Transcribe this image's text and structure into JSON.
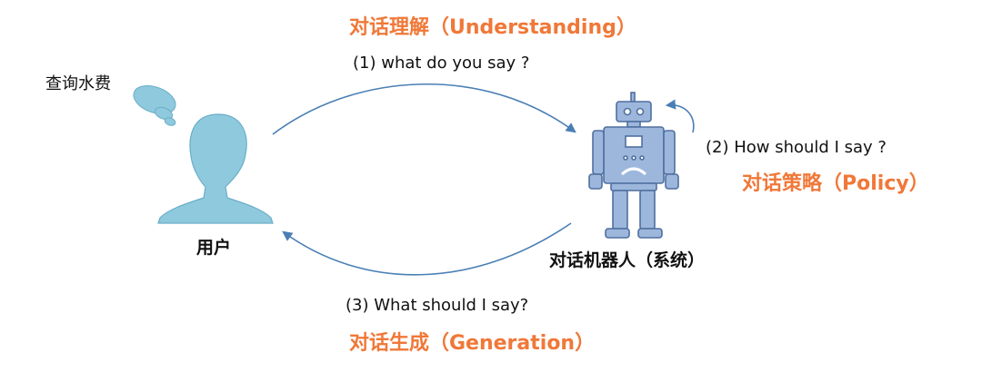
{
  "labels": {
    "understanding_title": "对话理解（Understanding）",
    "understanding_step": "(1) what do you say ?",
    "policy_step": "(2) How should I say ?",
    "policy_title": "对话策略（Policy）",
    "generation_step": "(3) What should I say?",
    "generation_title": "对话生成（Generation）",
    "thought": "查询水费",
    "user": "用户",
    "robot": "对话机器人（系统）"
  },
  "colors": {
    "accent": "#f07838",
    "user_fill": "#8fc9dd",
    "robot_fill": "#9db7dc",
    "robot_stroke": "#4f6f9f",
    "arrow": "#4a7fb5",
    "text": "#111111"
  },
  "icons": {
    "user": "person-silhouette-icon",
    "robot": "robot-icon",
    "thought": "thought-bubble-icon"
  }
}
